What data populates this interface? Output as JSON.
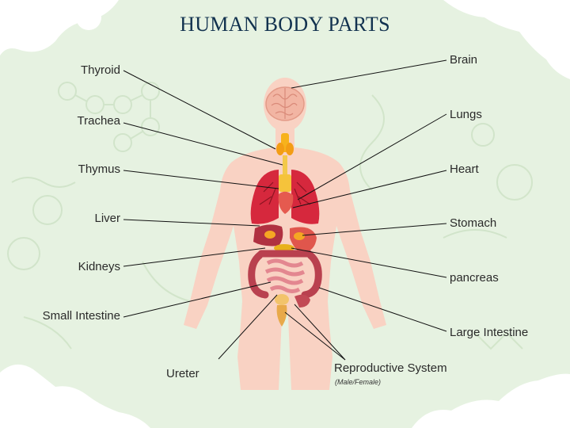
{
  "title": "HUMAN BODY PARTS",
  "labels": {
    "thyroid": "Thyroid",
    "trachea": "Trachea",
    "thymus": "Thymus",
    "liver": "Liver",
    "kidneys": "Kidneys",
    "small_intestine": "Small Intestine",
    "ureter": "Ureter",
    "brain": "Brain",
    "lungs": "Lungs",
    "heart": "Heart",
    "stomach": "Stomach",
    "pancreas": "pancreas",
    "large_intestine": "Large Intestine",
    "reproductive_system": "Reproductive System",
    "reproductive_note": "(Male/Female)"
  },
  "colors": {
    "background": "#e6f2e1",
    "body": "#f9d2c3",
    "title": "#12324f",
    "lungs": "#d6283d",
    "brain": "#f2b5a3",
    "thyroid": "#f7b21c",
    "intestine": "#cf6a72",
    "large_intestine": "#b9414f"
  }
}
